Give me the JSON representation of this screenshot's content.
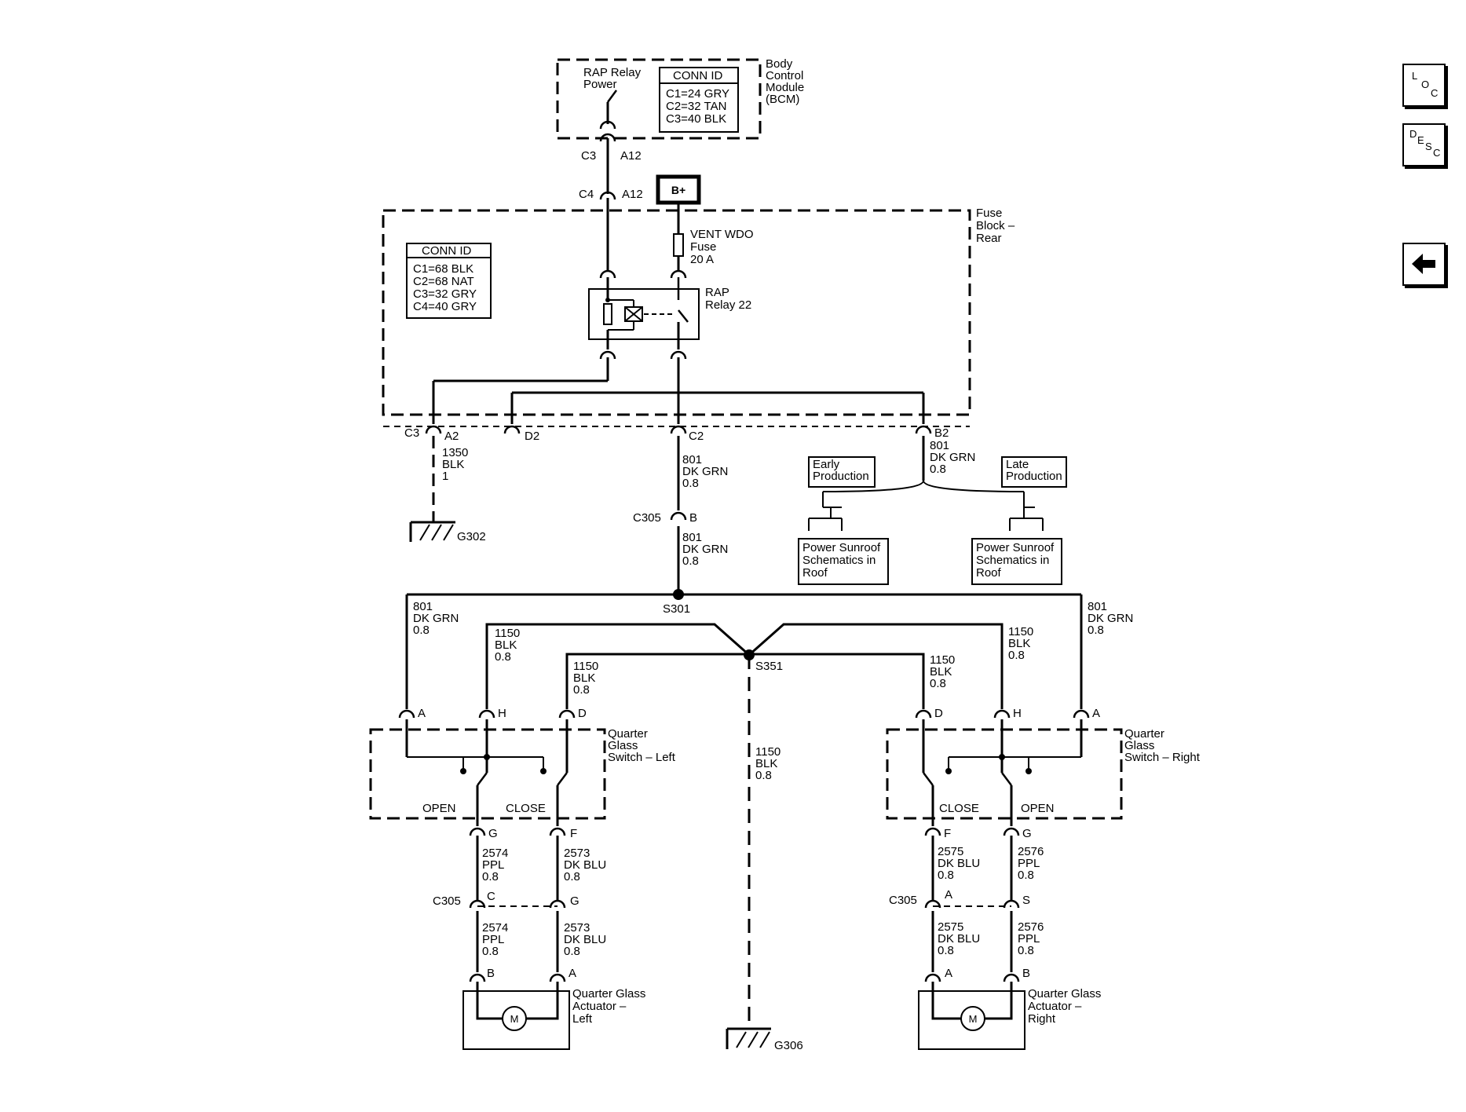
{
  "nav": {
    "loc": {
      "l1": "L",
      "l2": "O",
      "l3": "C"
    },
    "desc": {
      "l1": "D",
      "l2": "E",
      "l3": "S",
      "l4": "C"
    },
    "back_icon": "left-arrow-icon"
  },
  "bcm": {
    "title": [
      "Body",
      "Control",
      "Module",
      "(BCM)"
    ],
    "rap_power": [
      "RAP Relay",
      "Power"
    ],
    "conn_id_title": "CONN ID",
    "conn_ids": [
      "C1=24 GRY",
      "C2=32 TAN",
      "C3=40 BLK"
    ]
  },
  "fuse_block": {
    "title": [
      "Fuse",
      "Block –",
      "Rear"
    ],
    "conn_id_title": "CONN ID",
    "conn_ids": [
      "C1=68 BLK",
      "C2=68 NAT",
      "C3=32 GRY",
      "C4=40 GRY"
    ],
    "battery": "B+",
    "fuse": [
      "VENT WDO",
      "Fuse",
      "20 A"
    ],
    "relay": [
      "RAP",
      "Relay 22"
    ]
  },
  "connectors": {
    "c3": "C3",
    "a12a": "A12",
    "c4": "C4",
    "a12b": "A12",
    "c3b": "C3",
    "a2": "A2",
    "d2": "D2",
    "c2": "C2",
    "b2": "B2",
    "c305": "C305",
    "b": "B",
    "c305_left": "C305",
    "c_left": "C",
    "g_left": "G",
    "c305_right": "C305",
    "a_right": "A",
    "s_right": "S"
  },
  "wires": {
    "w1350": [
      "1350",
      "BLK",
      "1"
    ],
    "w801_b2": [
      "801",
      "DK GRN",
      "0.8"
    ],
    "w801_c2": [
      "801",
      "DK GRN",
      "0.8"
    ],
    "w801_mid": [
      "801",
      "DK GRN",
      "0.8"
    ],
    "w801_left": [
      "801",
      "DK GRN",
      "0.8"
    ],
    "w801_right": [
      "801",
      "DK GRN",
      "0.8"
    ],
    "w1150_lh": [
      "1150",
      "BLK",
      "0.8"
    ],
    "w1150_ld": [
      "1150",
      "BLK",
      "0.8"
    ],
    "w1150_rd": [
      "1150",
      "BLK",
      "0.8"
    ],
    "w1150_rh": [
      "1150",
      "BLK",
      "0.8"
    ],
    "w1150_g306": [
      "1150",
      "BLK",
      "0.8"
    ],
    "w2574_a": [
      "2574",
      "PPL",
      "0.8"
    ],
    "w2573_a": [
      "2573",
      "DK BLU",
      "0.8"
    ],
    "w2574_b": [
      "2574",
      "PPL",
      "0.8"
    ],
    "w2573_b": [
      "2573",
      "DK BLU",
      "0.8"
    ],
    "w2575_a": [
      "2575",
      "DK BLU",
      "0.8"
    ],
    "w2576_a": [
      "2576",
      "PPL",
      "0.8"
    ],
    "w2575_b": [
      "2575",
      "DK BLU",
      "0.8"
    ],
    "w2576_b": [
      "2576",
      "PPL",
      "0.8"
    ]
  },
  "splices": {
    "s301": "S301",
    "s351": "S351"
  },
  "grounds": {
    "g302": "G302",
    "g306": "G306"
  },
  "sunroof": {
    "early": [
      "Early",
      "Production"
    ],
    "late": [
      "Late",
      "Production"
    ],
    "ref1": [
      "Power Sunroof",
      "Schematics in",
      "Roof"
    ],
    "ref2": [
      "Power Sunroof",
      "Schematics in",
      "Roof"
    ]
  },
  "switch_left": {
    "title": [
      "Quarter",
      "Glass",
      "Switch – Left"
    ],
    "pins": {
      "a": "A",
      "h": "H",
      "d": "D",
      "g": "G",
      "f": "F"
    },
    "open": "OPEN",
    "close": "CLOSE"
  },
  "switch_right": {
    "title": [
      "Quarter",
      "Glass",
      "Switch – Right"
    ],
    "pins": {
      "d": "D",
      "h": "H",
      "a": "A",
      "f": "F",
      "g": "G"
    },
    "open": "OPEN",
    "close": "CLOSE"
  },
  "actuator_left": {
    "title": [
      "Quarter Glass",
      "Actuator –",
      "Left"
    ],
    "pins": {
      "b": "B",
      "a": "A"
    },
    "motor": "M"
  },
  "actuator_right": {
    "title": [
      "Quarter Glass",
      "Actuator –",
      "Right"
    ],
    "pins": {
      "a": "A",
      "b": "B"
    },
    "motor": "M"
  }
}
